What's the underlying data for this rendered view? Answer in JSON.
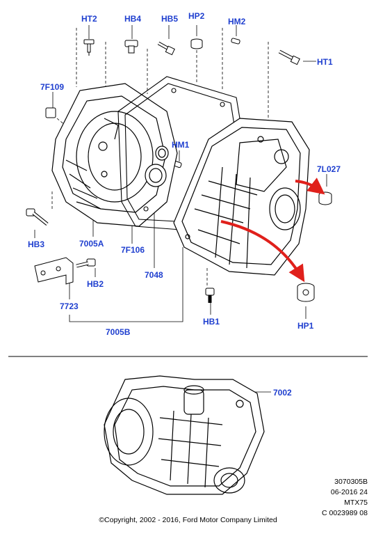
{
  "colors": {
    "callout": "#1f3fcf",
    "arrow": "#e0201b",
    "line": "#000000"
  },
  "callouts": {
    "HT2": "HT2",
    "HB4": "HB4",
    "HB5": "HB5",
    "HP2": "HP2",
    "HM2": "HM2",
    "HT1": "HT1",
    "F7F109": "7F109",
    "HM1": "HM1",
    "L7L027": "7L027",
    "HB3": "HB3",
    "A7005A": "7005A",
    "F7F106": "7F106",
    "N7048": "7048",
    "HB2": "HB2",
    "N7723": "7723",
    "HB1": "HB1",
    "HP1": "HP1",
    "B7005B": "7005B",
    "N7002": "7002"
  },
  "meta": {
    "ref": "3070305B",
    "date": "06-2016 24",
    "model": "MTX75",
    "code": "C 0023989 08"
  },
  "copyright": "©Copyright, 2002 - 2016, Ford Motor Company Limited"
}
